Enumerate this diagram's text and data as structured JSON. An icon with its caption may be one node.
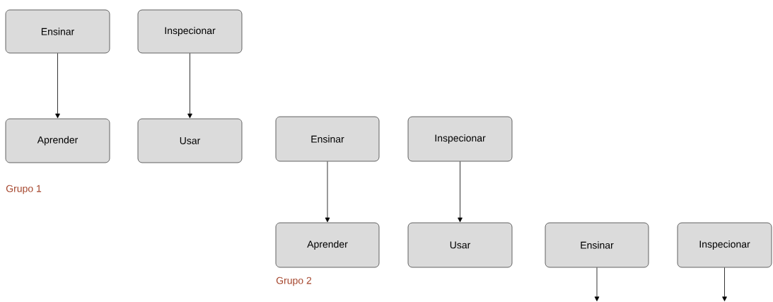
{
  "diagram": {
    "nodes": [
      {
        "text": [
          "Ensinar"
        ]
      },
      {
        "text": [
          "Inspecionar"
        ]
      },
      {
        "text": [
          "Aprender"
        ]
      },
      {
        "text": [
          "Usar"
        ]
      },
      {
        "text": [
          "Ensinar"
        ]
      },
      {
        "text": [
          "Inspecionar"
        ]
      },
      {
        "text": [
          "Aprender"
        ]
      },
      {
        "text": [
          "Usar"
        ]
      },
      {
        "text": [
          "Ensinar"
        ]
      },
      {
        "text": [
          "Inspecionar"
        ]
      }
    ],
    "edges": [
      {
        "from": 0,
        "to": 2,
        "arrow": "to"
      },
      {
        "from": 1,
        "to": 3,
        "arrow": "to"
      },
      {
        "from": 4,
        "to": 6,
        "arrow": "to"
      },
      {
        "from": 5,
        "to": 7,
        "arrow": "to"
      },
      {
        "from": 8,
        "to": null,
        "arrow": "to"
      },
      {
        "from": 9,
        "to": null,
        "arrow": "to"
      }
    ],
    "labels": [
      "Grupo 1",
      "Grupo 2"
    ]
  }
}
